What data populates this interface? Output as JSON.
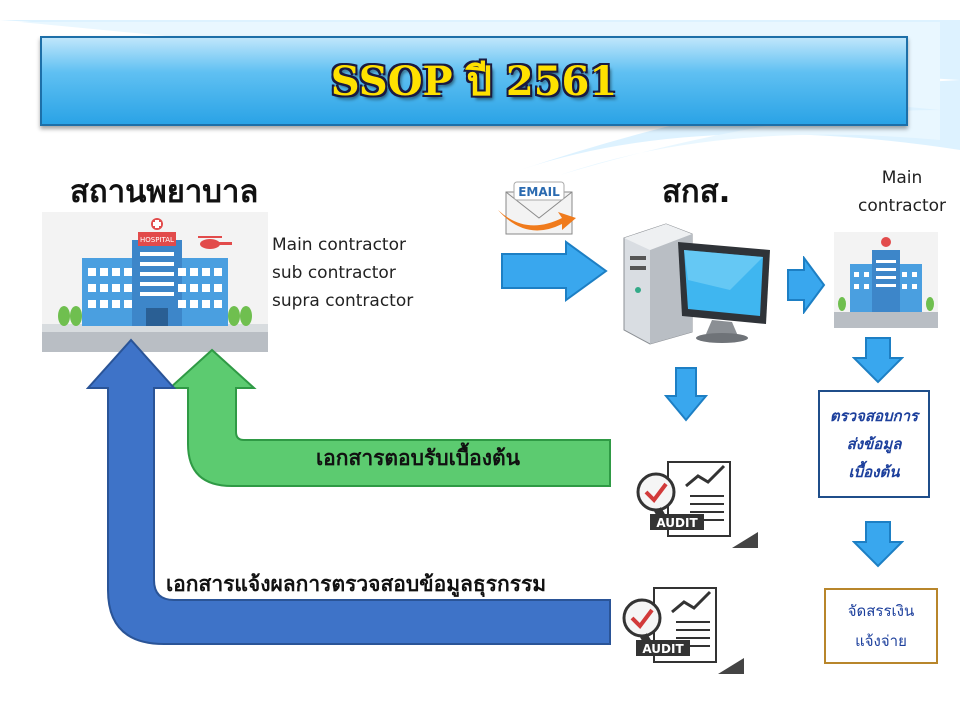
{
  "title": "SSOP ปี 2561",
  "hospital_heading": "สถานพยาบาล",
  "nhso_heading": "สกส.",
  "contractor_types": [
    "Main contractor",
    "sub contractor",
    "supra contractor"
  ],
  "main_contractor_label": [
    "Main",
    "contractor"
  ],
  "email_label": "EMAIL",
  "hospital_sign": "HOSPITAL",
  "audit_label": "AUDIT",
  "feedback_doc_initial": "เอกสารตอบรับเบื้องต้น",
  "feedback_doc_result": "เอกสารแจ้งผลการตรวจสอบข้อมูลธุรกรรม",
  "check_box_lines": [
    "ตรวจสอบการ",
    "ส่งข้อมูล",
    "เบื้องต้น"
  ],
  "pay_box_lines": [
    "จัดสรรเงิน",
    "แจ้งจ่าย"
  ],
  "colors": {
    "blue_arrow": "#39a7ee",
    "green_arrow": "#5ccb70",
    "dark_blue_arrow": "#3e73c8",
    "title": "#ffe100"
  }
}
